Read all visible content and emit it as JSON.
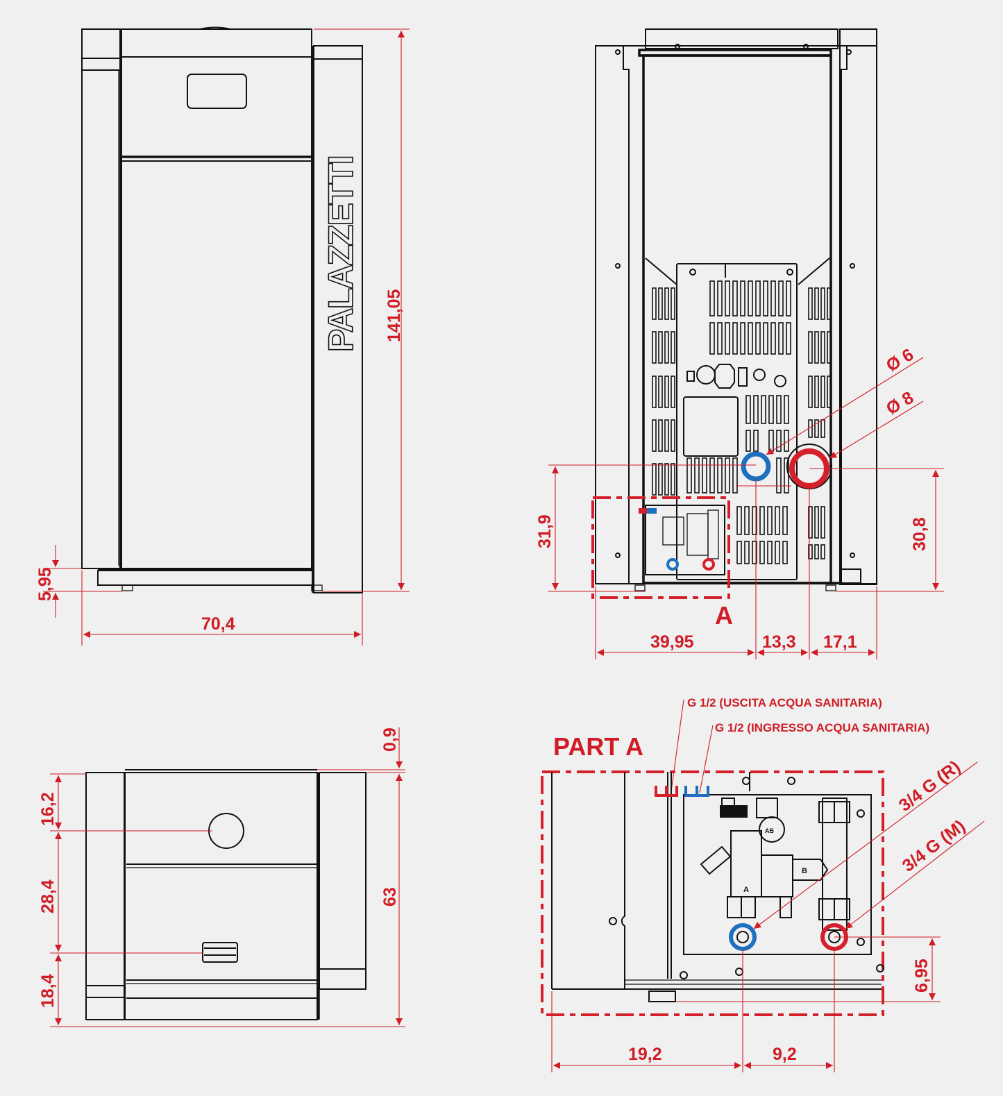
{
  "brand": "PALAZZETTI",
  "colors": {
    "background": "#f0f0f0",
    "line": "#111111",
    "dimension": "#d01c24",
    "hot_water": "#d4202a",
    "cold_water": "#1f6fbf"
  },
  "views": {
    "front": {
      "dims": {
        "height": "141,05",
        "width": "70,4",
        "foot_height": "5,95"
      }
    },
    "rear": {
      "dims": {
        "diam_small": "Ø 6",
        "diam_large": "Ø 8",
        "left_height": "31,9",
        "right_height": "30,8",
        "bottom_1": "39,95",
        "bottom_2": "13,3",
        "bottom_3": "17,1"
      },
      "detail_marker": "A"
    },
    "side": {
      "dims": {
        "top_offset": "0,9",
        "seg_1": "16,2",
        "seg_2": "28,4",
        "seg_3": "18,4",
        "depth": "63"
      }
    },
    "part_a": {
      "title": "PART A",
      "labels": {
        "outlet": "G 1/2 (USCITA ACQUA SANITARIA)",
        "inlet": "G 1/2 (INGRESSO ACQUA SANITARIA)",
        "return": "3/4 G (R)",
        "flow": "3/4 G (M)"
      },
      "valve_marks": {
        "ab": "AB",
        "a": "A",
        "b": "B"
      },
      "dims": {
        "height": "6,95",
        "bottom_1": "19,2",
        "bottom_2": "9,2"
      }
    }
  }
}
